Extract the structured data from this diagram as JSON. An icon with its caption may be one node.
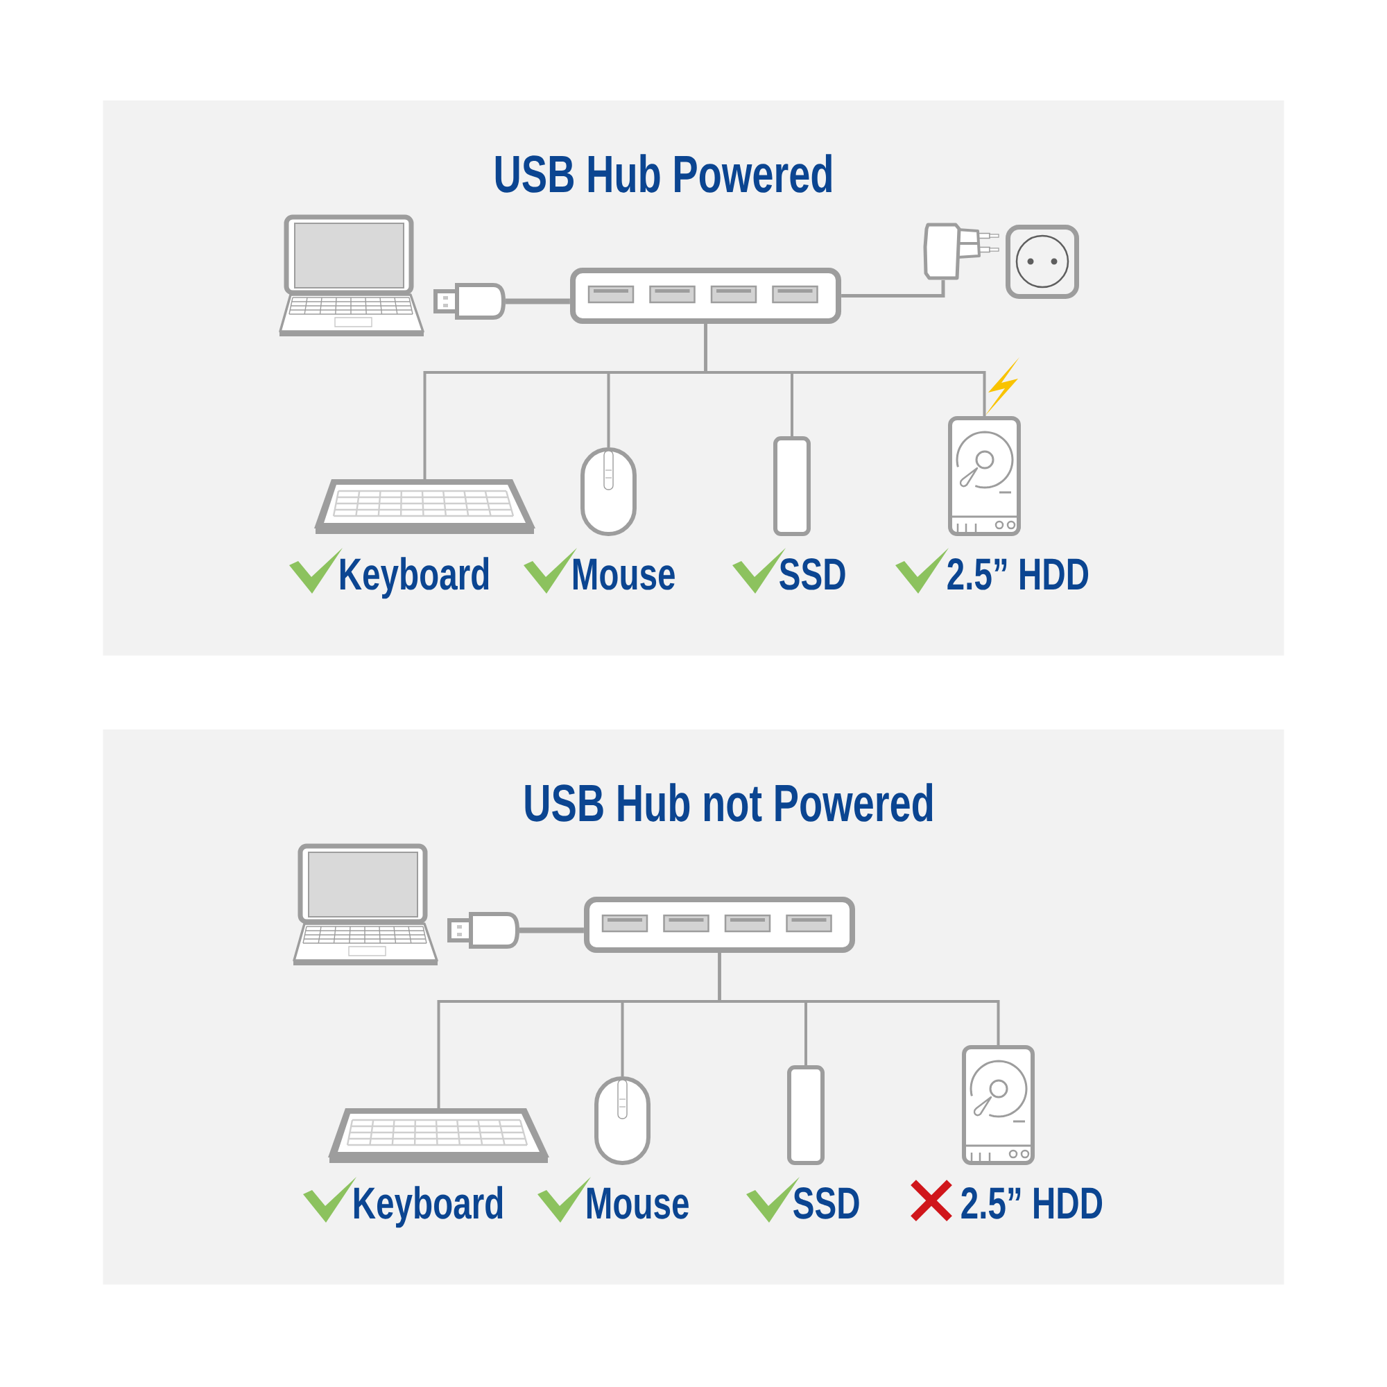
{
  "diagram": {
    "nodes": [
      {
        "text": [
          "USB Hub Powered"
        ]
      },
      {
        "text": [],
        "shape": "picture",
        "in": 0
      },
      {
        "text": [],
        "shape": "box",
        "in": 0
      },
      {
        "text": [],
        "shape": "picture",
        "in": 0
      },
      {
        "text": [],
        "shape": "picture",
        "in": 0
      },
      {
        "text": [],
        "shape": "picture",
        "in": 0
      },
      {
        "text": [],
        "shape": "picture",
        "in": 0,
        "beside": [
          "Keyboard"
        ]
      },
      {
        "text": [],
        "shape": "picture",
        "in": 0,
        "beside": [
          "Mouse"
        ]
      },
      {
        "text": [],
        "shape": "box",
        "in": 0,
        "beside": [
          "SSD"
        ]
      },
      {
        "text": [],
        "shape": "picture",
        "in": 0,
        "beside": [
          "2.5” HDD"
        ]
      },
      {
        "text": [
          "USB Hub not Powered"
        ]
      },
      {
        "text": [],
        "shape": "picture",
        "in": 10
      },
      {
        "text": [],
        "shape": "box",
        "in": 10
      },
      {
        "text": [],
        "shape": "picture",
        "in": 10
      },
      {
        "text": [],
        "shape": "picture",
        "in": 10,
        "beside": [
          "Keyboard"
        ]
      },
      {
        "text": [],
        "shape": "picture",
        "in": 10,
        "beside": [
          "Mouse"
        ]
      },
      {
        "text": [],
        "shape": "box",
        "in": 10,
        "beside": [
          "SSD"
        ]
      },
      {
        "text": [],
        "shape": "picture",
        "in": 10,
        "beside": [
          "2.5” HDD"
        ]
      }
    ],
    "edges": [
      {
        "from": 2,
        "to": 3,
        "arrow": "none",
        "style": "thick"
      },
      {
        "from": 3,
        "to": 4,
        "arrow": "none"
      },
      {
        "from": 3,
        "to": 6,
        "arrow": "none"
      },
      {
        "from": 3,
        "to": 7,
        "arrow": "none"
      },
      {
        "from": 3,
        "to": 8,
        "arrow": "none"
      },
      {
        "from": 3,
        "to": 9,
        "arrow": "none"
      },
      {
        "from": 12,
        "to": 13,
        "arrow": "none",
        "style": "thick"
      },
      {
        "from": 13,
        "to": 14,
        "arrow": "none"
      },
      {
        "from": 13,
        "to": 15,
        "arrow": "none"
      },
      {
        "from": 13,
        "to": 16,
        "arrow": "none"
      },
      {
        "from": 13,
        "to": 17,
        "arrow": "none"
      }
    ]
  }
}
